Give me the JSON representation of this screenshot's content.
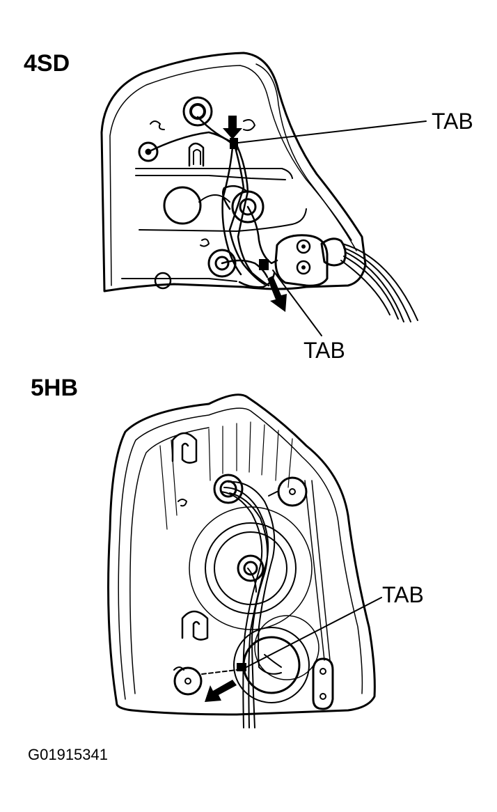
{
  "diagrams": [
    {
      "title": "4SD",
      "callouts": [
        "TAB",
        "TAB"
      ]
    },
    {
      "title": "5HB",
      "callouts": [
        "TAB"
      ]
    }
  ],
  "figure_id": "G01915341",
  "colors": {
    "line": "#000000",
    "background": "#ffffff"
  }
}
